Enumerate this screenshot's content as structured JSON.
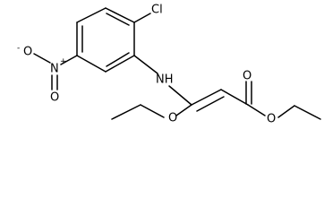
{
  "molecule": {
    "atoms": {
      "cl": "Cl",
      "nh": "NH",
      "n_nitro": "N",
      "o_nitro_single": "O",
      "o_nitro_double": "O",
      "o_ethoxy": "O",
      "o_ester_carbonyl": "O",
      "o_ester_single": "O"
    },
    "charges": {
      "n_nitro": "+",
      "o_nitro_single": "-"
    }
  }
}
